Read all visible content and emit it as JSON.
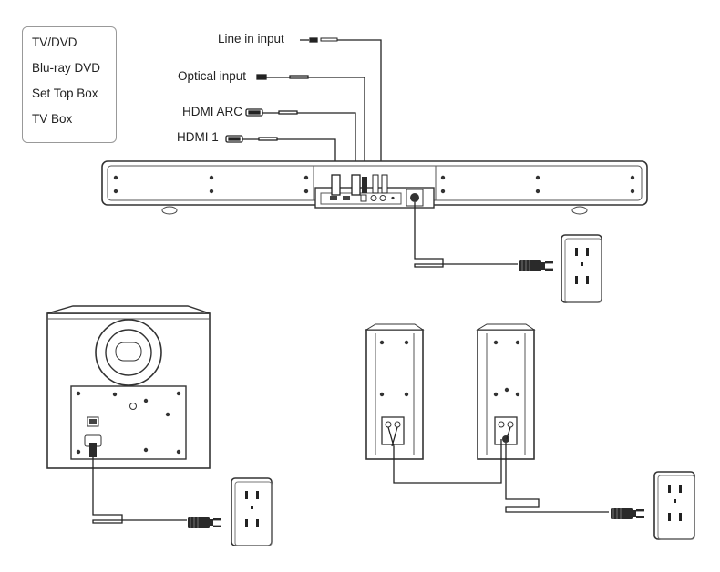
{
  "source_devices": [
    "TV/DVD",
    "Blu-ray DVD",
    "Set Top Box",
    "TV Box"
  ],
  "inputs": {
    "line_in": "Line in input",
    "optical": "Optical input",
    "hdmi_arc": "HDMI ARC",
    "hdmi_1": "HDMI 1"
  },
  "components": [
    "soundbar",
    "subwoofer",
    "left-satellite-speaker",
    "right-satellite-speaker",
    "wall-outlets"
  ]
}
